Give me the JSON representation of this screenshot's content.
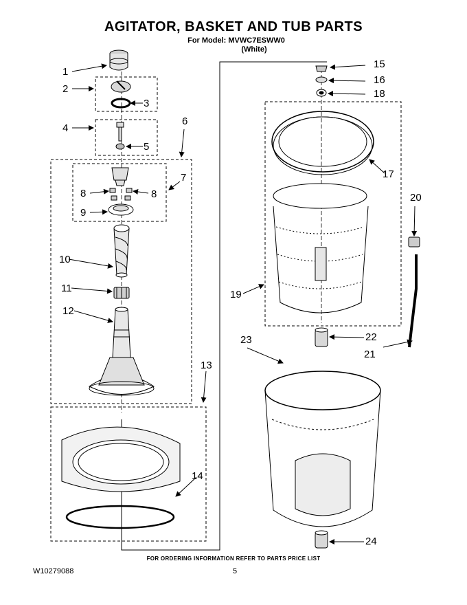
{
  "header": {
    "title": "AGITATOR, BASKET AND TUB PARTS",
    "model_line": "For Model: MVWC7ESWW0",
    "color_line": "(White)"
  },
  "footer": {
    "ordering_note": "FOR ORDERING INFORMATION REFER TO PARTS PRICE LIST",
    "document_number": "W10279088",
    "page_number": "5"
  },
  "callouts": {
    "c1": "1",
    "c2": "2",
    "c3": "3",
    "c4": "4",
    "c5": "5",
    "c6": "6",
    "c7": "7",
    "c8a": "8",
    "c8b": "8",
    "c9": "9",
    "c10": "10",
    "c11": "11",
    "c12": "12",
    "c13": "13",
    "c14": "14",
    "c15": "15",
    "c16": "16",
    "c17": "17",
    "c18": "18",
    "c19": "19",
    "c20": "20",
    "c21": "21",
    "c22": "22",
    "c23": "23",
    "c24": "24"
  },
  "colors": {
    "ink": "#000000",
    "paper": "#ffffff",
    "shade": "#bfbfbf"
  }
}
